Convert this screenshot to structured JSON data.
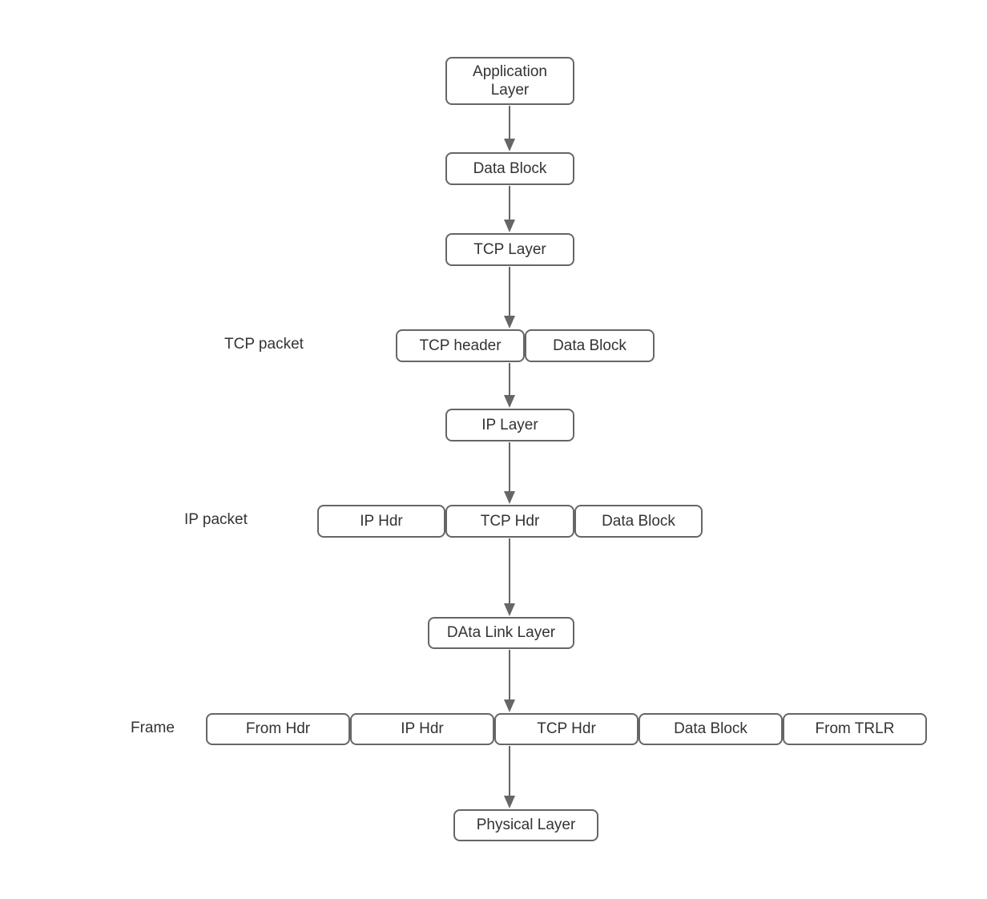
{
  "colors": {
    "background": "#ffffff",
    "node_border": "#666666",
    "node_fill": "#ffffff",
    "text": "#333333",
    "arrow": "#666666"
  },
  "nodes": {
    "application_layer": "Application Layer",
    "data_block_top": "Data Block",
    "tcp_layer": "TCP Layer",
    "ip_layer": "IP Layer",
    "data_link_layer": "DAta Link Layer",
    "physical_layer": "Physical Layer"
  },
  "rows": {
    "tcp_packet": {
      "label": "TCP packet",
      "boxes": [
        "TCP header",
        "Data Block"
      ]
    },
    "ip_packet": {
      "label": "IP packet",
      "boxes": [
        "IP Hdr",
        "TCP Hdr",
        "Data Block"
      ]
    },
    "frame": {
      "label": "Frame",
      "boxes": [
        "From Hdr",
        "IP Hdr",
        "TCP Hdr",
        "Data Block",
        "From TRLR"
      ]
    }
  },
  "connections": [
    {
      "from": "Application Layer",
      "to": "Data Block"
    },
    {
      "from": "Data Block",
      "to": "TCP Layer"
    },
    {
      "from": "TCP Layer",
      "to": "TCP packet"
    },
    {
      "from": "TCP packet",
      "to": "IP Layer"
    },
    {
      "from": "IP Layer",
      "to": "IP packet"
    },
    {
      "from": "IP packet",
      "to": "DAta Link Layer"
    },
    {
      "from": "DAta Link Layer",
      "to": "Frame"
    },
    {
      "from": "Frame",
      "to": "Physical Layer"
    }
  ]
}
